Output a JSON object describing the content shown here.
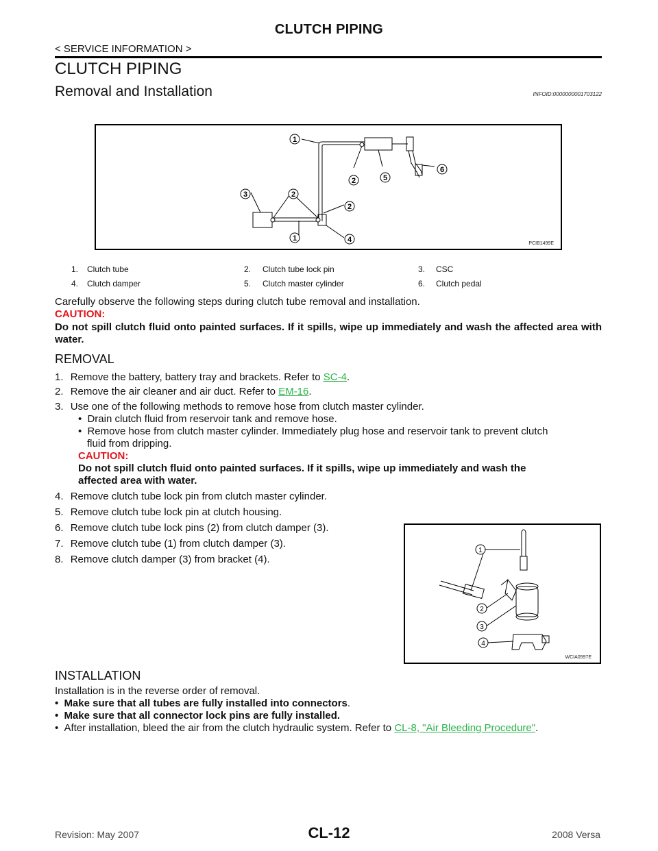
{
  "header": {
    "title": "CLUTCH PIPING",
    "section": "< SERVICE INFORMATION >"
  },
  "page": {
    "heading": "CLUTCH PIPING",
    "subheading": "Removal and Installation",
    "infoid": "INFOID:0000000001703122"
  },
  "figure1": {
    "code": "PCIB1499E",
    "callouts": [
      "1",
      "2",
      "2",
      "5",
      "6",
      "3",
      "2",
      "1",
      "4"
    ]
  },
  "legend": [
    {
      "num": "1.",
      "label": "Clutch tube"
    },
    {
      "num": "2.",
      "label": "Clutch tube lock pin"
    },
    {
      "num": "3.",
      "label": "CSC"
    },
    {
      "num": "4.",
      "label": "Clutch damper"
    },
    {
      "num": "5.",
      "label": "Clutch master cylinder"
    },
    {
      "num": "6.",
      "label": "Clutch pedal"
    }
  ],
  "intro": "Carefully observe the following steps during clutch tube removal and installation.",
  "caution_label": "CAUTION:",
  "caution_text": "Do not spill clutch fluid onto painted surfaces. If it spills, wipe up immediately and wash the affected area with water.",
  "removal": {
    "title": "REMOVAL",
    "steps": [
      {
        "n": "1.",
        "text": "Remove the battery, battery tray and brackets. Refer to ",
        "link": "SC-4",
        "tail": "."
      },
      {
        "n": "2.",
        "text": "Remove the air cleaner and air duct. Refer to ",
        "link": "EM-16",
        "tail": "."
      },
      {
        "n": "3.",
        "text": "Use one of the following methods to remove hose from clutch master cylinder."
      },
      {
        "n": "4.",
        "text": "Remove clutch tube lock pin from clutch master cylinder."
      },
      {
        "n": "5.",
        "text": "Remove clutch tube lock pin at clutch housing."
      },
      {
        "n": "6.",
        "text": "Remove clutch tube lock pins (2) from clutch damper (3)."
      },
      {
        "n": "7.",
        "text": "Remove clutch tube (1) from clutch damper (3)."
      },
      {
        "n": "8.",
        "text": "Remove clutch damper (3) from bracket (4)."
      }
    ],
    "bullet1": "Drain clutch fluid from reservoir tank and remove hose.",
    "bullet2_line1": "Remove hose from clutch master cylinder. Immediately plug hose and reservoir tank to prevent clutch",
    "bullet2_line2": "fluid from dripping.",
    "caution_label": "CAUTION:",
    "caution_line1": "Do not spill clutch fluid onto painted surfaces. If it spills, wipe up immediately and wash the",
    "caution_line2": "affected area with water."
  },
  "figure2": {
    "code": "WCIA0597E",
    "callouts": [
      "1",
      "2",
      "3",
      "4"
    ]
  },
  "installation": {
    "title": "INSTALLATION",
    "intro": "Installation is in the reverse order of removal.",
    "b1": "Make sure that all tubes are fully installed into connectors",
    "b1_tail": ".",
    "b2": "Make sure that all connector lock pins are fully installed.",
    "b3": "After installation, bleed the air from the clutch hydraulic system. Refer to ",
    "b3_link": "CL-8, \"Air Bleeding Procedure\"",
    "b3_tail": "."
  },
  "footer": {
    "revision": "Revision: May 2007",
    "page": "CL-12",
    "model": "2008 Versa"
  }
}
